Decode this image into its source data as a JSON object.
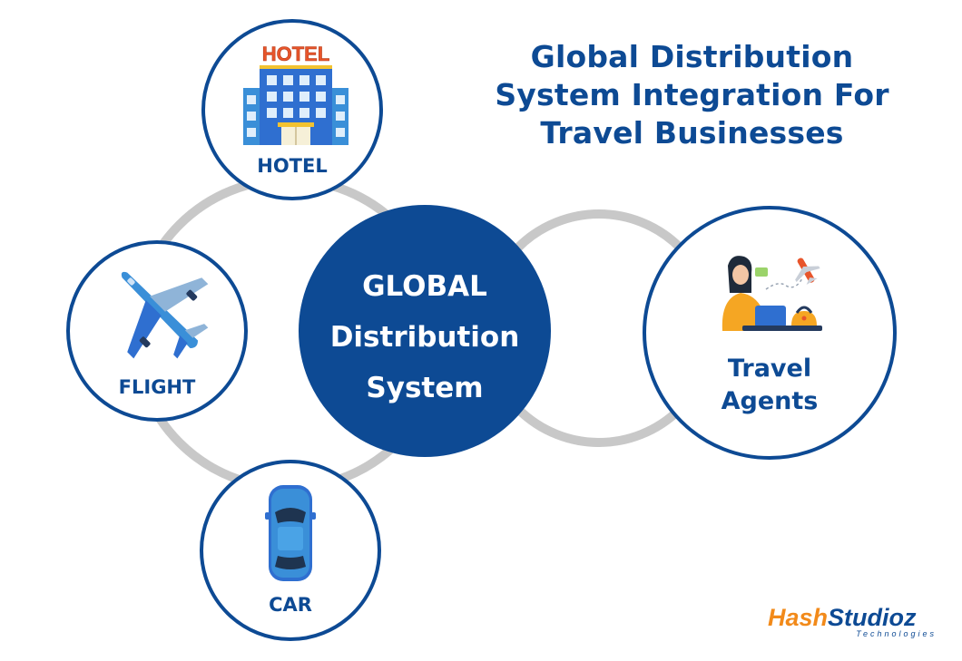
{
  "title": {
    "line1": "Global Distribution",
    "line2": "System Integration For",
    "line3": "Travel Businesses"
  },
  "center": {
    "line1": "GLOBAL",
    "line2": "Distribution",
    "line3": "System"
  },
  "nodes": {
    "hotel": {
      "label": "HOTEL",
      "sign_text": "HOTEL",
      "icon": "hotel-building-icon"
    },
    "flight": {
      "label": "FLIGHT",
      "icon": "airplane-icon"
    },
    "car": {
      "label": "CAR",
      "icon": "car-top-view-icon"
    },
    "agents": {
      "line1": "Travel",
      "line2": "Agents",
      "icon": "travel-agent-icon"
    }
  },
  "logo": {
    "brand": "HashStudioz",
    "tagline": "Technologies"
  },
  "colors": {
    "primary_blue": "#0d4a94",
    "connector_gray": "#c8c8c8",
    "icon_blue": "#3a8fd8",
    "logo_orange": "#f28a1a"
  }
}
